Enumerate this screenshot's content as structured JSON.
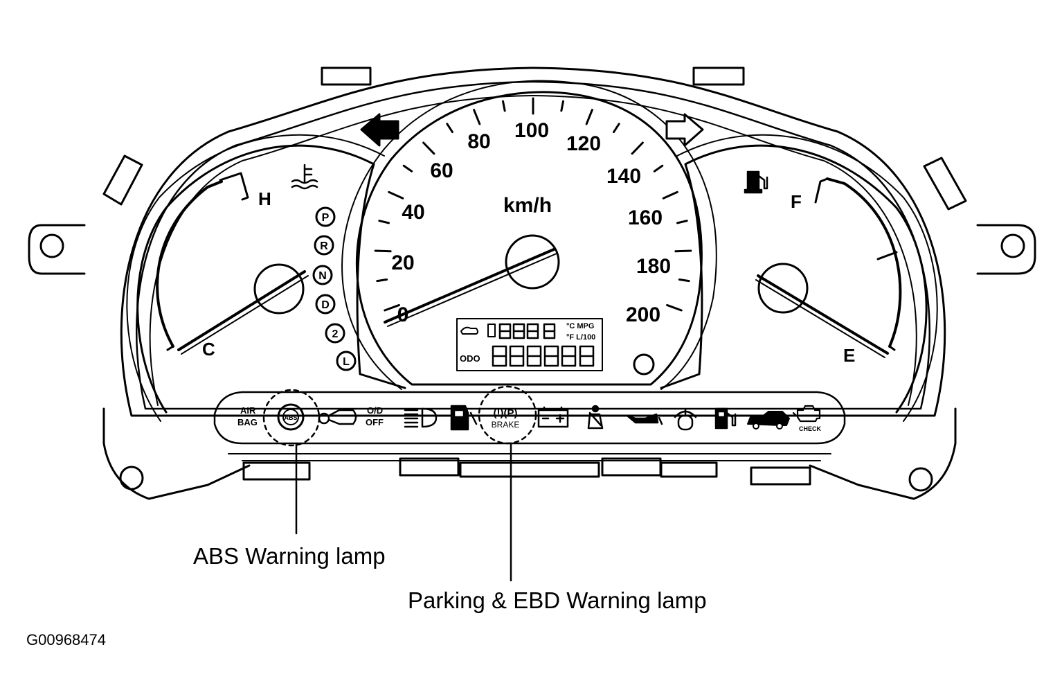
{
  "figure": {
    "id": "G00968474",
    "callouts": {
      "abs": "ABS Warning lamp",
      "parking_ebd": "Parking & EBD Warning lamp"
    }
  },
  "temperature_gauge": {
    "hot_label": "H",
    "cold_label": "C",
    "icon": "coolant-temperature-icon"
  },
  "fuel_gauge": {
    "full_label": "F",
    "empty_label": "E",
    "icon": "fuel-pump-icon"
  },
  "gear_indicator": [
    "P",
    "R",
    "N",
    "D",
    "2",
    "L"
  ],
  "speedometer": {
    "unit": "km/h",
    "tick_labels": [
      "0",
      "20",
      "40",
      "60",
      "80",
      "100",
      "120",
      "140",
      "160",
      "180",
      "200"
    ]
  },
  "lcd": {
    "top_units_1": "°C MPG",
    "top_units_2": "°F L/100",
    "odo_label": "ODO"
  },
  "warning_strip": {
    "airbag_1": "AIR",
    "airbag_2": "BAG",
    "abs": "ABS",
    "od_1": "O/D",
    "od_2": "OFF",
    "brake_symbol": "(!)(P)",
    "brake": "BRAKE",
    "check": "CHECK"
  }
}
